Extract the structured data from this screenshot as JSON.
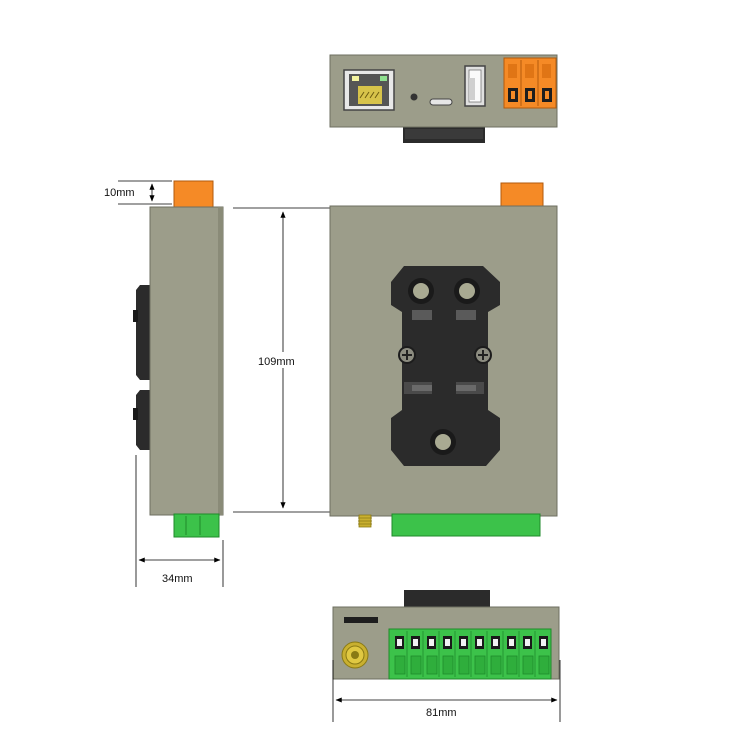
{
  "figure": {
    "views": [
      "top-view",
      "side-view",
      "front-view",
      "bottom-view"
    ],
    "dimensions": {
      "connector_height": "10mm",
      "height": "109mm",
      "depth": "34mm",
      "width": "81mm"
    },
    "colors": {
      "body": "#9c9d8a",
      "body_edge": "#6e6f60",
      "terminal_orange": "#f58a26",
      "terminal_green": "#3cc24a",
      "rail_clip": "#2b2b2b",
      "antenna_gold": "#c9b030",
      "dimension_line": "#000000"
    },
    "icons": [
      "ethernet-port-icon",
      "usb-port-icon",
      "usb-c-port-icon",
      "led-icon",
      "antenna-connector-icon",
      "screw-icon",
      "din-clip-icon"
    ]
  }
}
